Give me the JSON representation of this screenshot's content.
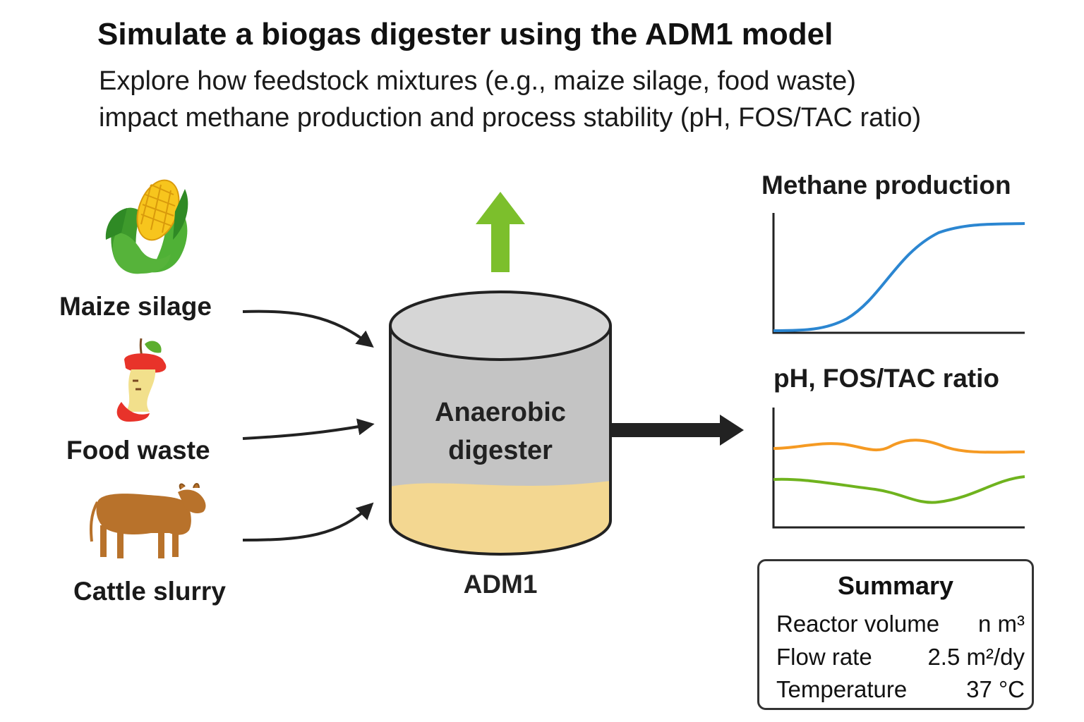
{
  "title": "Simulate a biogas digester using the ADM1 model",
  "subtitle_line1": "Explore how feedstock mixtures (e.g., maize silage, food waste)",
  "subtitle_line2": "impact methane production and process stability (pH, FOS/TAC ratio)",
  "feedstocks": [
    {
      "label": "Maize silage",
      "icon": "maize-icon"
    },
    {
      "label": "Food waste",
      "icon": "apple-core-icon"
    },
    {
      "label": "Cattle slurry",
      "icon": "cow-icon"
    }
  ],
  "digester": {
    "label_line1": "Anaerobic",
    "label_line2": "digester",
    "caption": "ADM1"
  },
  "output_arrow_icon": "up-arrow-icon",
  "charts": {
    "methane_title": "Methane production",
    "stability_title": "pH, FOS/TAC ratio"
  },
  "summary": {
    "title": "Summary",
    "rows": [
      {
        "key": "Reactor volume",
        "value": "n m³"
      },
      {
        "key": "Flow rate",
        "value": "2.5 m²/dy"
      },
      {
        "key": "Temperature",
        "value": "37 °C"
      }
    ]
  },
  "colors": {
    "methane_line": "#2b86d1",
    "orange_line": "#f59a23",
    "green_line": "#6fb31e",
    "up_arrow": "#7cbf2c",
    "digester_gray": "#c4c4c4",
    "digester_liquid": "#f3d791"
  }
}
